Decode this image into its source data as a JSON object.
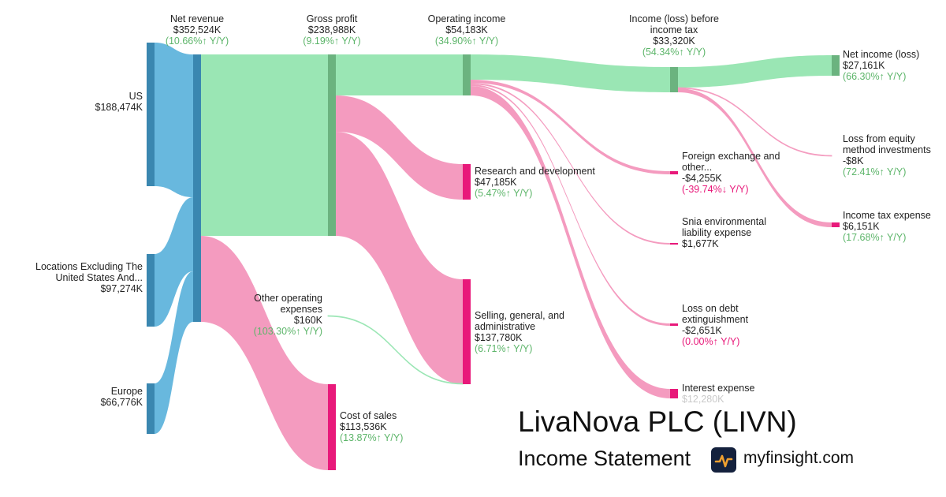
{
  "chart_data": {
    "type": "sankey",
    "title": "LivaNova PLC (LIVN)",
    "subtitle": "Income Statement",
    "nodes": [
      {
        "id": "us",
        "name": "US",
        "value": "$188,474K",
        "change": ""
      },
      {
        "id": "intl",
        "name": "Locations Excluding The United States And...",
        "value": "$97,274K",
        "change": ""
      },
      {
        "id": "europe",
        "name": "Europe",
        "value": "$66,776K",
        "change": ""
      },
      {
        "id": "rev",
        "name": "Net revenue",
        "value": "$352,524K",
        "change": "(10.66%↑ Y/Y)"
      },
      {
        "id": "gp",
        "name": "Gross profit",
        "value": "$238,988K",
        "change": "(9.19%↑ Y/Y)"
      },
      {
        "id": "cos",
        "name": "Cost of sales",
        "value": "$113,536K",
        "change": "(13.87%↑ Y/Y)"
      },
      {
        "id": "oi",
        "name": "Operating income",
        "value": "$54,183K",
        "change": "(34.90%↑ Y/Y)"
      },
      {
        "id": "rd",
        "name": "Research and development",
        "value": "$47,185K",
        "change": "(5.47%↑ Y/Y)"
      },
      {
        "id": "sga",
        "name": "Selling, general, and administrative",
        "value": "$137,780K",
        "change": "(6.71%↑ Y/Y)"
      },
      {
        "id": "ooe",
        "name": "Other operating expenses",
        "value": "$160K",
        "change": "(103.30%↑ Y/Y)"
      },
      {
        "id": "ibt",
        "name": "Income (loss) before income tax",
        "value": "$33,320K",
        "change": "(54.34%↑ Y/Y)"
      },
      {
        "id": "fx",
        "name": "Foreign exchange and other...",
        "value": "-$4,255K",
        "change": "(-39.74%↓ Y/Y)"
      },
      {
        "id": "snia",
        "name": "Snia environmental liability expense",
        "value": "$1,677K",
        "change": ""
      },
      {
        "id": "debt",
        "name": "Loss on debt extinguishment",
        "value": "-$2,651K",
        "change": "(0.00%↑ Y/Y)"
      },
      {
        "id": "int",
        "name": "Interest expense",
        "value": "$12,280K",
        "change": ""
      },
      {
        "id": "ni",
        "name": "Net income (loss)",
        "value": "$27,161K",
        "change": "(66.30%↑ Y/Y)"
      },
      {
        "id": "eq",
        "name": "Loss from equity method investments",
        "value": "-$8K",
        "change": "(72.41%↑ Y/Y)"
      },
      {
        "id": "tax",
        "name": "Income tax expense",
        "value": "$6,151K",
        "change": "(17.68%↑ Y/Y)"
      }
    ],
    "links": [
      {
        "source": "us",
        "target": "rev",
        "value": 188474
      },
      {
        "source": "intl",
        "target": "rev",
        "value": 97274
      },
      {
        "source": "europe",
        "target": "rev",
        "value": 66776
      },
      {
        "source": "rev",
        "target": "gp",
        "value": 238988
      },
      {
        "source": "rev",
        "target": "cos",
        "value": 113536
      },
      {
        "source": "gp",
        "target": "oi",
        "value": 54183
      },
      {
        "source": "gp",
        "target": "rd",
        "value": 47185
      },
      {
        "source": "gp",
        "target": "sga",
        "value": 137780
      },
      {
        "source": "ooe",
        "target": "sga",
        "value": 160
      },
      {
        "source": "oi",
        "target": "ibt",
        "value": 33320
      },
      {
        "source": "oi",
        "target": "fx",
        "value": 4255
      },
      {
        "source": "oi",
        "target": "snia",
        "value": 1677
      },
      {
        "source": "oi",
        "target": "debt",
        "value": 2651
      },
      {
        "source": "oi",
        "target": "int",
        "value": 12280
      },
      {
        "source": "ibt",
        "target": "ni",
        "value": 27161
      },
      {
        "source": "ibt",
        "target": "eq",
        "value": 8
      },
      {
        "source": "ibt",
        "target": "tax",
        "value": 6151
      }
    ]
  },
  "brand": {
    "site": "myfinsight.com",
    "colors": {
      "revenue": "#68b8de",
      "profit": "#9ae6b4",
      "expense": "#f49bbf",
      "up": "#5db56a",
      "down": "#e8197a"
    }
  }
}
